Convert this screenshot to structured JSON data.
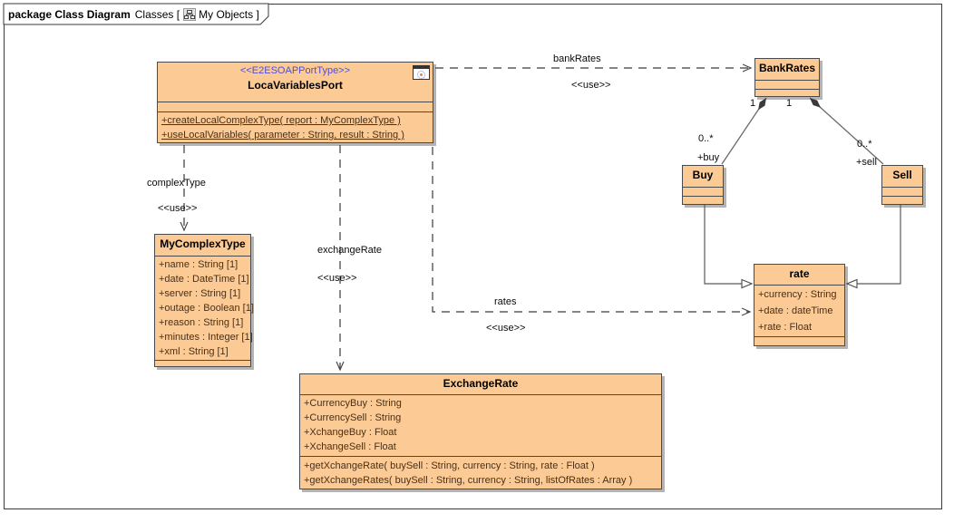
{
  "frame": {
    "kind_label": "package Class Diagram",
    "context_label": "Classes [",
    "diagram_label": "My Objects ]",
    "icon": "class-diagram-icon"
  },
  "colors": {
    "class_fill": "#FCCA94",
    "class_border": "#4A4A4A",
    "shadow": "#B4B4B4",
    "stereotype_text": "#4E4ED8",
    "member_text": "#4A3018",
    "line": "#4A4A4A",
    "background": "#FFFFFF"
  },
  "classes": {
    "port": {
      "stereotype": "<<E2ESOAPPortType>>",
      "name": "LocaVariablesPort",
      "icon": "port-badge-icon",
      "operations": [
        "+createLocalComplexType( report : MyComplexType )",
        "+useLocalVariables( parameter : String, result : String )"
      ]
    },
    "my_complex_type": {
      "name": "MyComplexType",
      "attributes": [
        "+name : String [1]",
        "+date : DateTime [1]",
        "+server : String [1]",
        "+outage : Boolean [1]",
        "+reason : String [1]",
        "+minutes : Integer [1]",
        "+xml : String [1]"
      ]
    },
    "exchange_rate": {
      "name": "ExchangeRate",
      "attributes": [
        "+CurrencyBuy : String",
        "+CurrencySell : String",
        "+XchangeBuy : Float",
        "+XchangeSell : Float"
      ],
      "operations": [
        "+getXchangeRate( buySell : String, currency : String, rate : Float )",
        "+getXchangeRates( buySell : String, currency : String, listOfRates : Array )"
      ]
    },
    "bank_rates": {
      "name": "BankRates"
    },
    "buy": {
      "name": "Buy"
    },
    "sell": {
      "name": "Sell"
    },
    "rate": {
      "name": "rate",
      "attributes": [
        "+currency : String",
        "+date : dateTime",
        "+rate : Float"
      ]
    }
  },
  "connectors": {
    "bank_rates_dep": {
      "name": "bankRates",
      "stereotype": "<<use>>"
    },
    "complex_type_dep": {
      "name": "complexType",
      "stereotype": "<<use>>"
    },
    "exchange_rate_dep": {
      "name": "exchangeRate",
      "stereotype": "<<use>>"
    },
    "rates_dep": {
      "name": "rates",
      "stereotype": "<<use>>"
    },
    "buy_assoc": {
      "source_multiplicity": "1",
      "target_multiplicity": "0..*",
      "role": "+buy"
    },
    "sell_assoc": {
      "source_multiplicity": "1",
      "target_multiplicity": "0..*",
      "role": "+sell"
    }
  }
}
